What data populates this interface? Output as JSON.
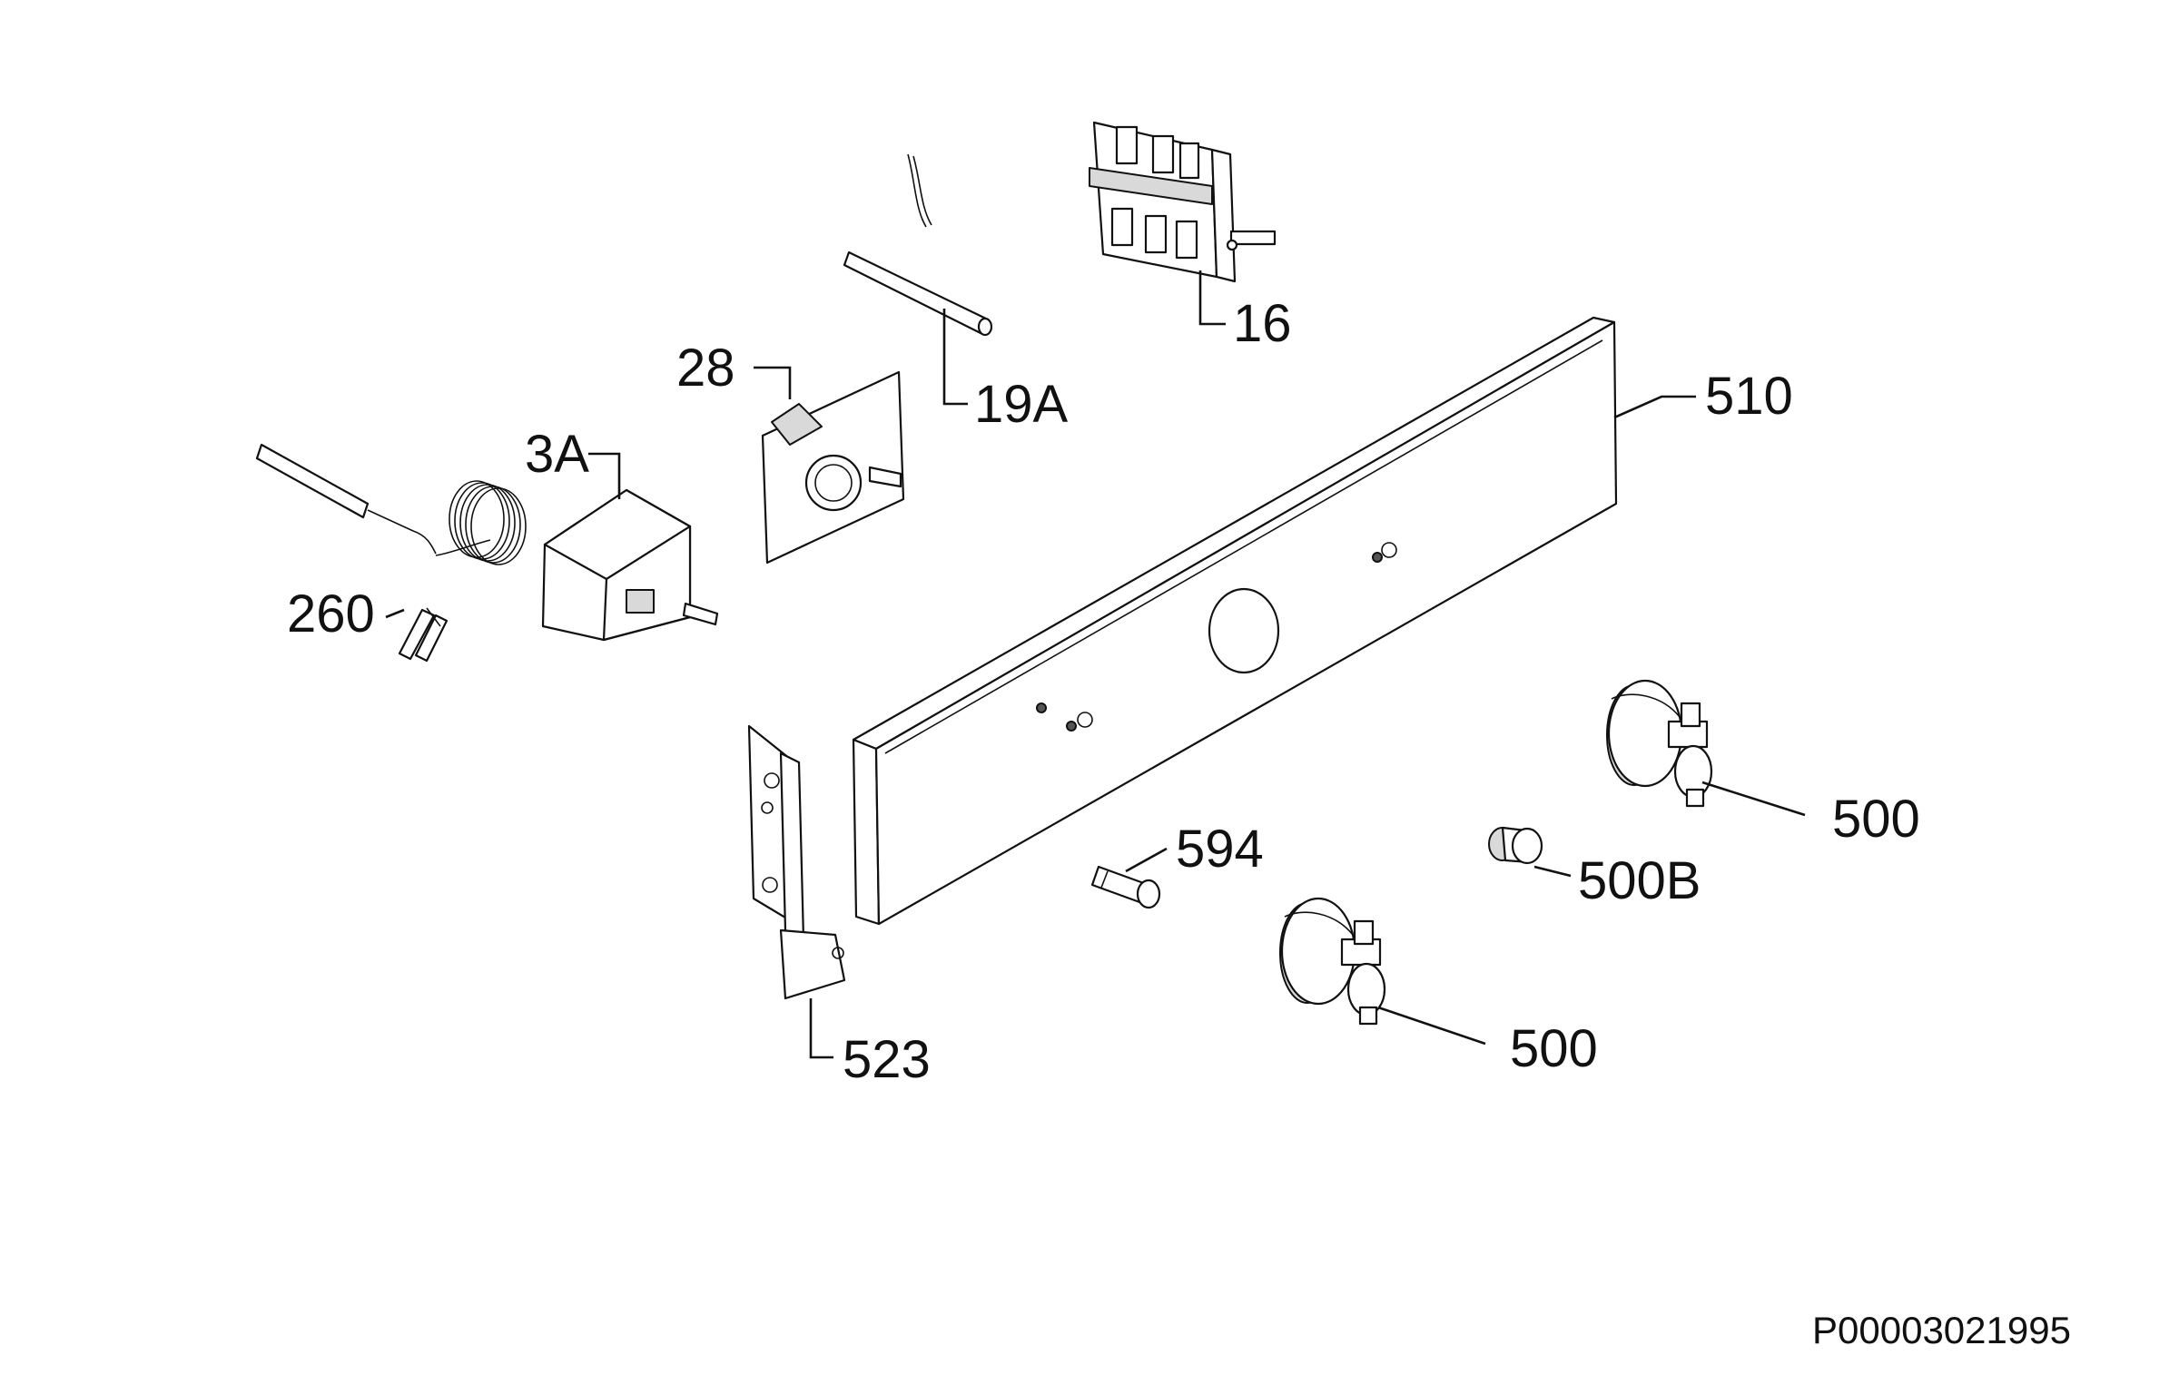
{
  "labels": {
    "p16": "16",
    "p19a": "19A",
    "p28": "28",
    "p3a": "3A",
    "p260": "260",
    "p510": "510",
    "p500_top": "500",
    "p500b": "500B",
    "p594": "594",
    "p500_bottom": "500",
    "p523": "523"
  },
  "drawing_code": "P00003021995"
}
